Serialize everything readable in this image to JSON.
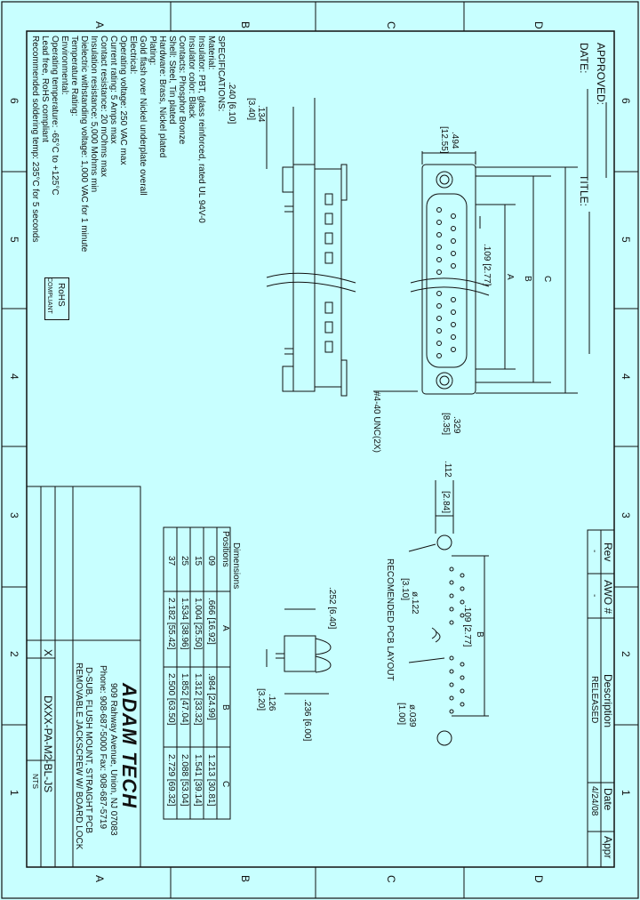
{
  "border": {
    "top_letters": [
      "A",
      "B",
      "C",
      "D"
    ],
    "bottom_letters": [
      "A",
      "B",
      "C",
      "D"
    ],
    "side_numbers": [
      "6",
      "5",
      "4",
      "3",
      "2",
      "1"
    ]
  },
  "approval": {
    "approved_label": "APPROVED:",
    "date_label": "DATE:",
    "title_label": "TITLE:"
  },
  "specifications": [
    "SPECIFICATIONS:",
    "Material:",
    "Insulator: PBT, glass reinforced, rated UL 94V-0",
    "Insulator color: Black",
    "Contacts: Phosphor Bronze",
    "Shell: Steel, Tin plated",
    "Hardware: Brass, Nickel plated",
    "Plating:",
    "Gold flash over Nickel underplate overall",
    "Electrical:",
    "Operating voltage: 250 VAC max",
    "Current rating: 5 Amps max",
    "Contact resistance: 20 mOhms max",
    "Insulation resistance: 5,000 Mohms min",
    "Dielectric withstanding voltage: 1,000 VAC for 1 minute",
    "Temperature Rating:",
    "Environmental:",
    "Operating temperature: -65°C to +125°C",
    "Lead free, RoHS compliant",
    "Recommended soldering temp: 235°C for 5 seconds"
  ],
  "rohs": {
    "line1": "RoHS",
    "line2": "COMPLIANT"
  },
  "dimensions": {
    "d1": ".240 [6.10]",
    "d2": ".134",
    "d2b": "[3.40]",
    "d3": ".494",
    "d3b": "[12.55]",
    "d4": ".109 [2.77]",
    "d5": ".329",
    "d5b": "[8.35]",
    "screw": "#4-40 UNC(2X)",
    "d6": ".112",
    "d6b": "[2.84]",
    "d7": "ø.122",
    "d7b": "[3.10]",
    "d8": ".109 [2.77]",
    "d9": "ø.039",
    "d9b": "[1.00]",
    "d10": ".252 [6.40]",
    "d11": ".126",
    "d11b": "[3.20]",
    "d12": ".236 [6.00]",
    "lbl_a": "A",
    "lbl_b": "B",
    "lbl_c": "C",
    "lbl_b2": "B",
    "pcb_layout": "RECOMENDED PCB LAYOUT"
  },
  "dim_table": {
    "header_positions_line1": "Dimensions",
    "header_positions_line2": "Positions",
    "header_a": "A",
    "header_b": "B",
    "header_c": "C",
    "rows": [
      {
        "pos": "09",
        "a": ".666 [16.92]",
        "b": ".984 [24.99]",
        "c": "1.213 [30.81]"
      },
      {
        "pos": "15",
        "a": "1.004 [25.50]",
        "b": "1.312 [33.32]",
        "c": "1.541 [39.14]"
      },
      {
        "pos": "25",
        "a": "1.534 [38.96]",
        "b": "1.852 [47.04]",
        "c": "2.088 [53.04]"
      },
      {
        "pos": "37",
        "a": "2.182 [55.42]",
        "b": "2.500 [63.50]",
        "c": "2.729 [69.32]"
      }
    ]
  },
  "revision": {
    "rev_label": "Rev",
    "awo_label": "AWO #",
    "desc_label": "Description",
    "date_label": "Date",
    "appr_label": "Appr",
    "rev_value": "-",
    "awo_value": "-",
    "desc_value": "RELEASED",
    "date_value": "4/24/08",
    "appr_value": ""
  },
  "title_block": {
    "company": "ADAM TECH",
    "address": "909 Rahway Avenue, Union, NJ 07083",
    "phone": "Phone: 908-687-5000 Fax: 908-687-5719",
    "title1": "D-SUB, FLUSH MOUNT, STRAIGHT PCB",
    "title2": "REMOVABLE JACKSCREW W/ BOARD LOCK",
    "part_number": "DXXX-PA-M2-BL-JS",
    "sheet_x": "X",
    "nts": "NTS"
  },
  "colors": {
    "background": "#c8ffff",
    "line": "#111111"
  }
}
